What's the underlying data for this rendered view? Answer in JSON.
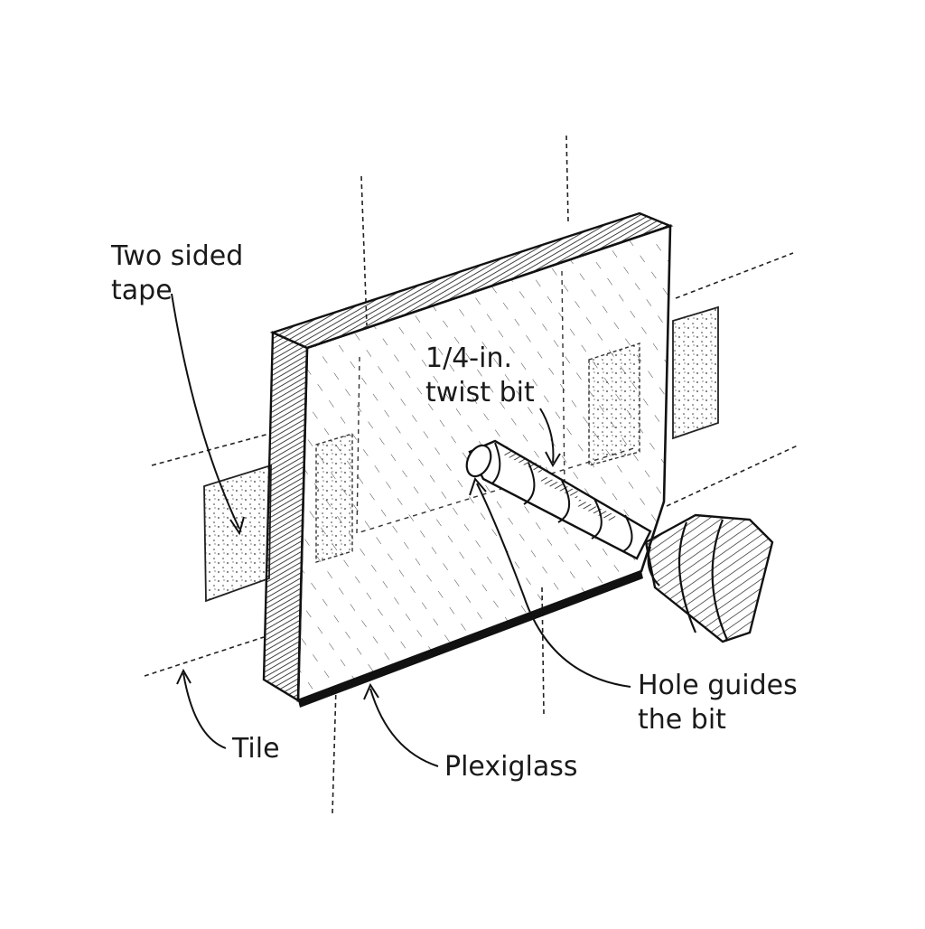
{
  "labels": {
    "tape": [
      "Two sided",
      "tape"
    ],
    "bit": [
      "1/4-in.",
      "twist bit"
    ],
    "hole": [
      "Hole guides",
      "the bit"
    ],
    "tile": "Tile",
    "plexiglass": "Plexiglass"
  },
  "colors": {
    "ink": "#1a1a1a",
    "paper": "#ffffff"
  }
}
